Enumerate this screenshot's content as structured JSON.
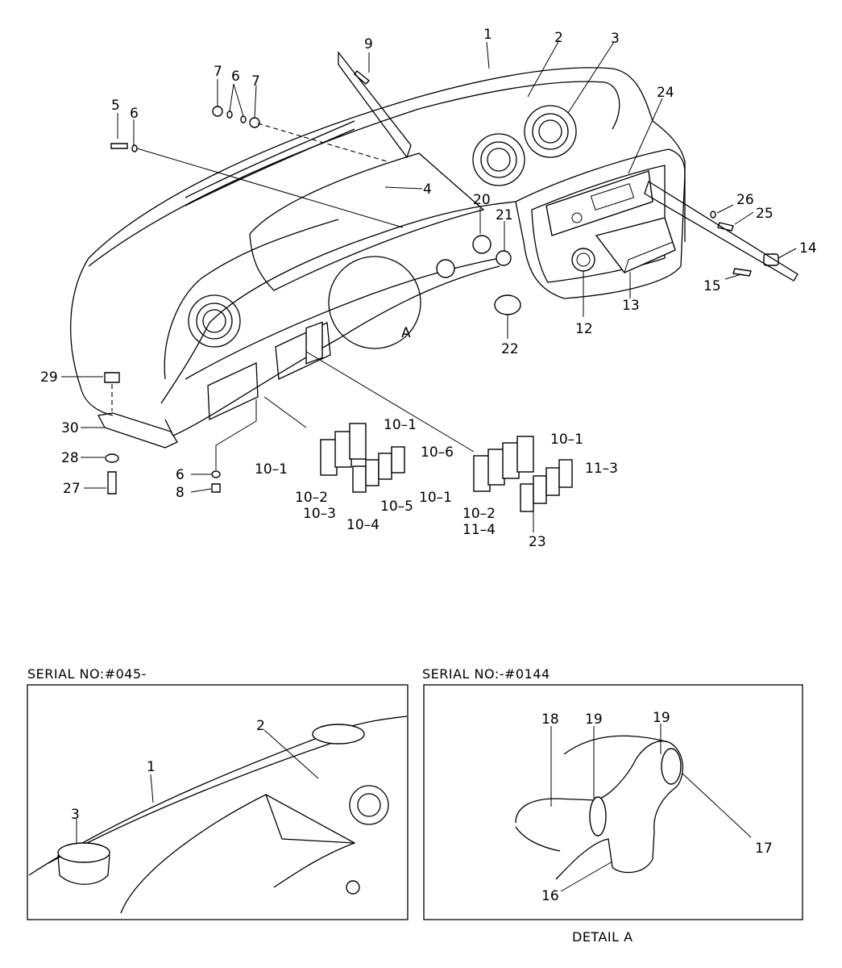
{
  "callouts": {
    "c1": "1",
    "c2": "2",
    "c3": "3",
    "c4": "4",
    "c5": "5",
    "c6a": "6",
    "c6b": "6",
    "c6c": "6",
    "c7a": "7",
    "c7b": "7",
    "c8": "8",
    "c9": "9",
    "c10_1a": "10–1",
    "c10_1b": "10–1",
    "c10_1c": "10–1",
    "c10_1d": "10–1",
    "c10_2a": "10–2",
    "c10_2b": "10–2",
    "c10_3": "10–3",
    "c10_4": "10–4",
    "c10_5": "10–5",
    "c10_6": "10–6",
    "c11_3": "11–3",
    "c11_4": "11–4",
    "c12": "12",
    "c13": "13",
    "c14": "14",
    "c15": "15",
    "c20": "20",
    "c21": "21",
    "c22": "22",
    "c23": "23",
    "c24": "24",
    "c25": "25",
    "c26": "26",
    "c27": "27",
    "c28": "28",
    "c29": "29",
    "c30": "30",
    "cA": "A"
  },
  "inset_left": {
    "title": "SERIAL NO:#045-",
    "c1": "1",
    "c2": "2",
    "c3": "3"
  },
  "inset_right": {
    "title": "SERIAL NO:-#0144",
    "c16": "16",
    "c17": "17",
    "c18": "18",
    "c19a": "19",
    "c19b": "19",
    "caption": "DETAIL A"
  }
}
